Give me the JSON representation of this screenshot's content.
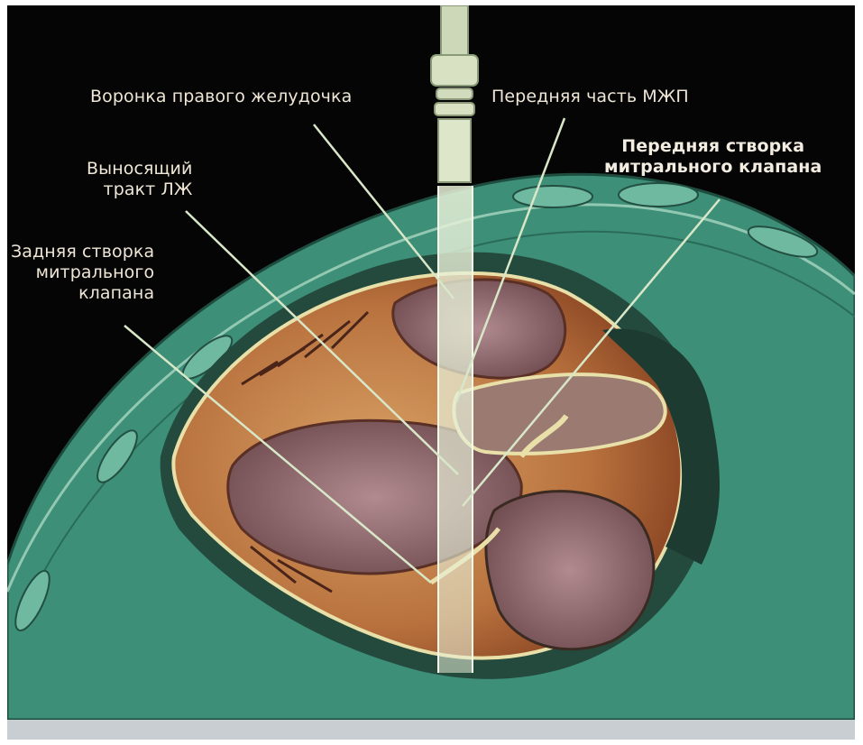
{
  "labels": {
    "rv_outflow": "Воронка правого желудочка",
    "ivs_anterior": "Передняя часть МЖП",
    "lvot": "Выносящий\nтракт ЛЖ",
    "amv_leaflet": "Передняя створка\nмитрального клапана",
    "pmv_leaflet": "Задняя створка\nмитрального\nклапана"
  },
  "colors": {
    "background": "#050505",
    "chest": "#3d8f78",
    "chest_outline": "#1e4d3f",
    "myocardium": "#c98a4e",
    "pericardium": "#244a3d",
    "beam": "#dfe9cf",
    "leader_line": "#d8e7c8",
    "text": "#efe6d6"
  },
  "icons": [
    "ultrasound-probe-icon"
  ]
}
